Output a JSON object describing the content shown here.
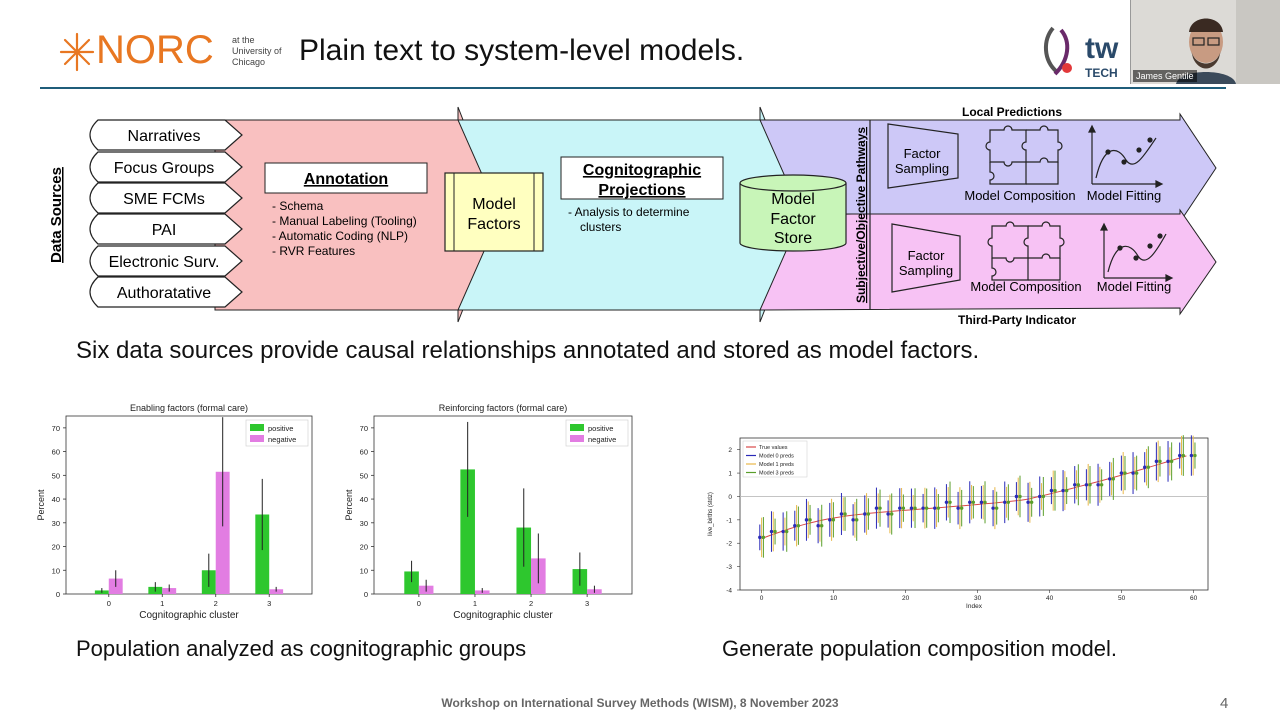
{
  "slide": {
    "title": "Plain text to system-level models.",
    "caption_top": "Six data sources provide causal relationships annotated and stored as model factors.",
    "caption_left": "Population analyzed as cognitographic groups",
    "caption_right": "Generate population composition model.",
    "footer": "Workshop on International Survey Methods (WISM), 8 November 2023",
    "page_number": "4"
  },
  "logo": {
    "name": "NORC",
    "subtitle": "at the University of Chicago",
    "accent": "#e87722"
  },
  "sponsor_logo": {
    "text": "tw",
    "subtext": "TECH"
  },
  "video": {
    "participant_name": "James Gentile"
  },
  "diagram": {
    "data_sources_label": "Data Sources",
    "sources": [
      "Narratives",
      "Focus Groups",
      "SME FCMs",
      "PAI",
      "Electronic Surv.",
      "Authoratative"
    ],
    "annotation": {
      "title": "Annotation",
      "bullets": [
        "- Schema",
        "- Manual Labeling (Tooling)",
        "- Automatic Coding (NLP)",
        "- RVR Features"
      ]
    },
    "model_factors": [
      "Model",
      "Factors"
    ],
    "projections": {
      "title_lines": [
        "Cognitographic",
        "Projections"
      ],
      "bullets": [
        "- Analysis to determine",
        "clusters"
      ]
    },
    "store": [
      "Model",
      "Factor",
      "Store"
    ],
    "pathways_label": "Subjective/Objective Pathways",
    "top_lane": {
      "title": "Local Predictions",
      "factor_sampling": [
        "Factor",
        "Sampling"
      ],
      "composition": "Model Composition",
      "fitting": "Model Fitting"
    },
    "bottom_lane": {
      "title": "Third-Party Indicator",
      "factor_sampling": [
        "Factor",
        "Sampling"
      ],
      "composition": "Model Composition",
      "fitting": "Model Fitting"
    },
    "colors": {
      "pink": "#f9c0c0",
      "cyan": "#c9f5f8",
      "lavender": "#cdc8f7",
      "magenta": "#f7c2f4",
      "yellow": "#ffffc0",
      "green": "#c8f5b8"
    }
  },
  "chart_data": [
    {
      "type": "bar",
      "title": "Enabling factors (formal care)",
      "xlabel": "Cognitographic cluster",
      "ylabel": "Percent",
      "categories": [
        "0",
        "1",
        "2",
        "3"
      ],
      "ylim": [
        0,
        75
      ],
      "yticks": [
        0,
        10,
        20,
        30,
        40,
        50,
        60,
        70
      ],
      "series": [
        {
          "name": "positive",
          "color": "#2ec72e",
          "values": [
            1.5,
            3,
            10,
            33.5
          ],
          "err": [
            1,
            2,
            7,
            15
          ]
        },
        {
          "name": "negative",
          "color": "#e27de2",
          "values": [
            6.5,
            2.5,
            51.5,
            2
          ],
          "err": [
            3.5,
            1.5,
            23,
            1
          ]
        }
      ],
      "legend": "top-right"
    },
    {
      "type": "bar",
      "title": "Reinforcing factors (formal care)",
      "xlabel": "Cognitographic cluster",
      "ylabel": "Percent",
      "categories": [
        "0",
        "1",
        "2",
        "3"
      ],
      "ylim": [
        0,
        75
      ],
      "yticks": [
        0,
        10,
        20,
        30,
        40,
        50,
        60,
        70
      ],
      "series": [
        {
          "name": "positive",
          "color": "#2ec72e",
          "values": [
            9.5,
            52.5,
            28,
            10.5
          ],
          "err": [
            4.5,
            20,
            16.5,
            7
          ]
        },
        {
          "name": "negative",
          "color": "#e27de2",
          "values": [
            3.5,
            1.5,
            15,
            2
          ],
          "err": [
            2.5,
            1,
            10.5,
            1.5
          ]
        }
      ],
      "legend": "top-right"
    },
    {
      "type": "scatter",
      "xlabel": "Index",
      "ylabel": "live_births (stdz)",
      "xlim": [
        -3,
        62
      ],
      "ylim": [
        -4,
        2.5
      ],
      "xticks": [
        0,
        10,
        20,
        30,
        40,
        50,
        60
      ],
      "yticks": [
        -4,
        -3,
        -2,
        -1,
        0,
        1,
        2
      ],
      "legend": "top-left",
      "series": [
        {
          "name": "True values",
          "color": "#d94848"
        },
        {
          "name": "Model 0 preds",
          "color": "#2a2ab8"
        },
        {
          "name": "Model 1 preds",
          "color": "#e8b84a"
        },
        {
          "name": "Model 3 preds",
          "color": "#5a9e2a"
        }
      ]
    }
  ]
}
